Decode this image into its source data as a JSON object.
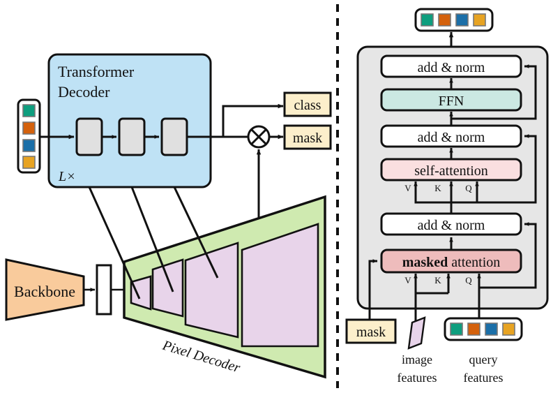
{
  "figure": {
    "title": "Masked-attention Mask Transformer architecture diagram",
    "divider": "vertical-dashed-divider"
  },
  "colors": {
    "query_teal": "#0e9e7e",
    "query_orange": "#d4610c",
    "query_blue": "#1b6fa8",
    "query_gold": "#e7a322",
    "transformer_decoder_fill": "#bfe2f5",
    "decoder_block_fill": "#e0e0e0",
    "backbone_fill": "#f9cb9c",
    "pixel_decoder_fill": "#cfeab0",
    "feature_map_fill": "#e8d4ea",
    "output_box_fill": "#fcefcb",
    "right_panel_fill": "#e6e6e6",
    "ffn_fill": "#cbe8e2",
    "self_attention_fill": "#fadfe0",
    "masked_attention_fill": "#eebcbc",
    "addnorm_fill": "#ffffff",
    "outline": "#111111"
  },
  "left": {
    "query_features_bar": {
      "name": "query-features-input",
      "swatches": [
        "#0e9e7e",
        "#d4610c",
        "#1b6fa8",
        "#e7a322"
      ]
    },
    "transformer_decoder": {
      "title_line1": "Transformer",
      "title_line2": "Decoder",
      "repeat_label": "L×",
      "blocks": [
        "block-1",
        "block-2",
        "block-3"
      ]
    },
    "backbone": {
      "label": "Backbone"
    },
    "projection": {
      "name": "projection-bar"
    },
    "pixel_decoder": {
      "label": "Pixel Decoder",
      "feature_maps": [
        "feature-map-1",
        "feature-map-2",
        "feature-map-3",
        "feature-map-4"
      ]
    },
    "outputs": {
      "class_label": "class",
      "mask_label": "mask",
      "multiply_symbol": "⊗"
    }
  },
  "right": {
    "output_query_bar": {
      "name": "output-query-features",
      "swatches": [
        "#0e9e7e",
        "#d4610c",
        "#1b6fa8",
        "#e7a322"
      ]
    },
    "blocks": [
      {
        "id": "add-norm-top",
        "label": "add & norm",
        "fill": "#ffffff"
      },
      {
        "id": "ffn",
        "label": "FFN",
        "fill": "#cbe8e2"
      },
      {
        "id": "add-norm-mid",
        "label": "add & norm",
        "fill": "#ffffff"
      },
      {
        "id": "self-attention",
        "label": "self-attention",
        "fill": "#fadfe0"
      },
      {
        "id": "add-norm-bottom",
        "label": "add & norm",
        "fill": "#ffffff"
      },
      {
        "id": "masked-attention",
        "label_bold": "masked",
        "label_rest": " attention",
        "fill": "#eebcbc"
      }
    ],
    "qkv_labels_self": [
      "V",
      "K",
      "Q"
    ],
    "qkv_labels_masked": [
      "V",
      "K",
      "Q"
    ],
    "inputs": {
      "mask_label": "mask",
      "image_features_line1": "image",
      "image_features_line2": "features",
      "query_features_line1": "query",
      "query_features_line2": "features"
    }
  }
}
